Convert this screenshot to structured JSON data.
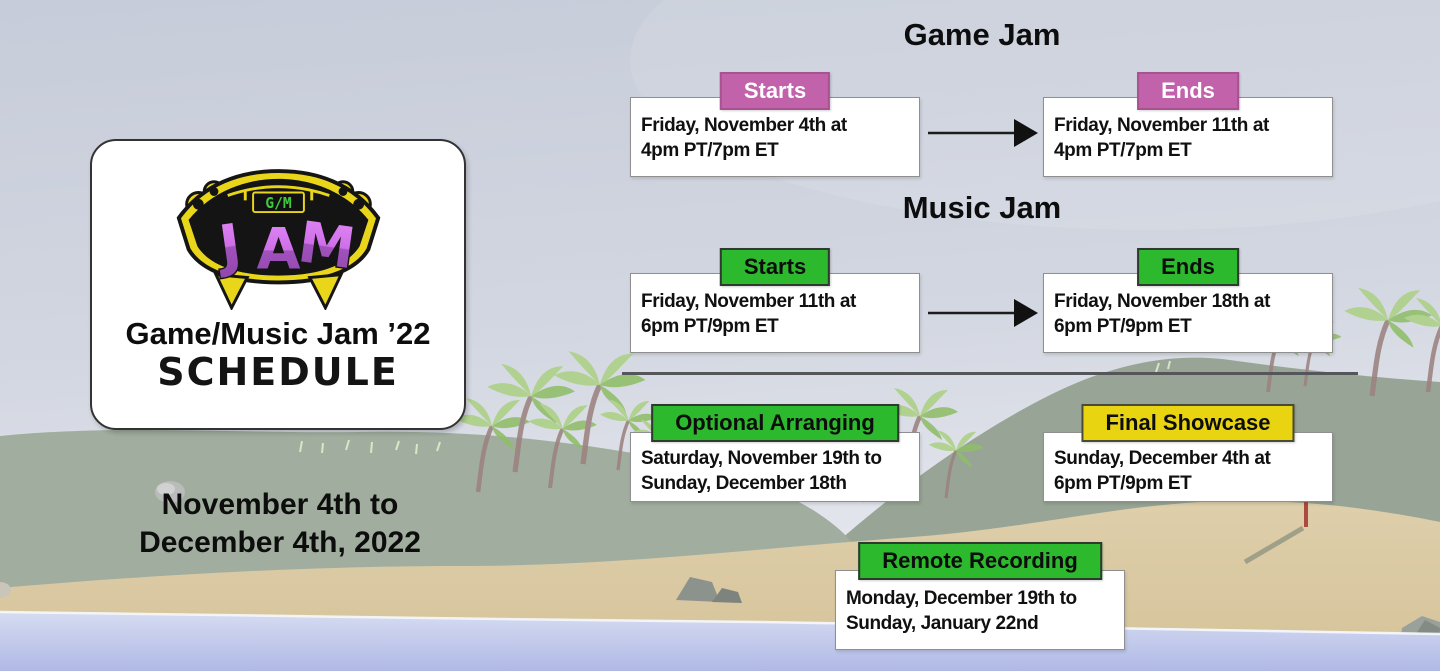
{
  "poster": {
    "logo": {
      "top_text": "G/M",
      "letters": [
        "J",
        "A",
        "M"
      ]
    },
    "title_line1": "Game/Music Jam ’22",
    "title_line2": "SCHEDULE",
    "date_line1": "November 4th to",
    "date_line2": "December 4th, 2022"
  },
  "sections": [
    {
      "heading": "Game Jam",
      "accent": "#c162ab",
      "tag_border": "#a85292",
      "label_color": "#ffffff",
      "start": {
        "label": "Starts",
        "line1": "Friday, November 4th at",
        "line2": "4pm PT/7pm ET"
      },
      "end": {
        "label": "Ends",
        "line1": "Friday, November 11th at",
        "line2": "4pm PT/7pm ET"
      }
    },
    {
      "heading": "Music Jam",
      "accent": "#2db92d",
      "tag_border": "#2f3a2f",
      "label_color": "#0d0d0d",
      "start": {
        "label": "Starts",
        "line1": "Friday, November 11th at",
        "line2": "6pm PT/9pm ET"
      },
      "end": {
        "label": "Ends",
        "line1": "Friday, November 18th at",
        "line2": "6pm PT/9pm ET"
      }
    }
  ],
  "extras": [
    {
      "label": "Optional Arranging",
      "accent": "#2db92d",
      "tag_border": "#2f3a2f",
      "label_color": "#0d0d0d",
      "line1": "Saturday, November 19th to",
      "line2": "Sunday, December 18th"
    },
    {
      "label": "Final Showcase",
      "accent": "#e8d411",
      "tag_border": "#4a4a38",
      "label_color": "#0d0d0d",
      "line1": "Sunday, December 4th at",
      "line2": "6pm PT/9pm ET"
    },
    {
      "label": "Remote Recording",
      "accent": "#2db92d",
      "tag_border": "#2f3a2f",
      "label_color": "#0d0d0d",
      "line1": "Monday, December 19th to",
      "line2": "Sunday, January 22nd"
    }
  ],
  "scene_colors": {
    "sky_top": "#c6ccd9",
    "sky_bottom": "#e9ebf1",
    "hill_left": "#a1ae9f",
    "hill_right": "#98a596",
    "sand": "#dbcba6",
    "water_top": "#d6dcf1",
    "water_bottom": "#b0b9e6",
    "logo_yellow": "#e9d61a",
    "logo_green": "#41c83f",
    "logo_purple": "#c969e4"
  }
}
